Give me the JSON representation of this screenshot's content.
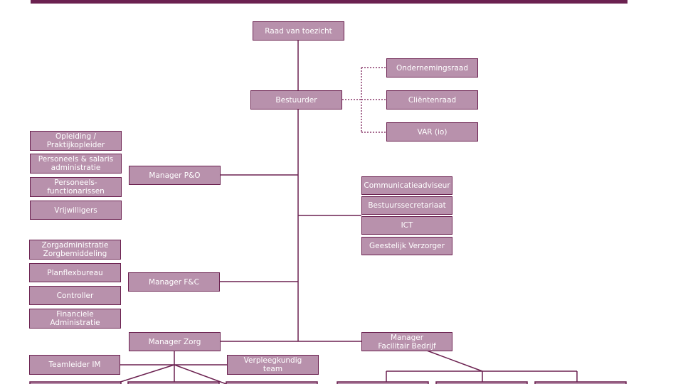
{
  "org_chart": {
    "raad": "Raad van toezicht",
    "bestuurder": "Bestuurder",
    "ondernemingsraad": "Ondernemingsraad",
    "clientenraad": "Cliëntenraad",
    "var": "VAR (io)",
    "opleiding": "Opleiding /\nPraktijkopleider",
    "personeels_salaris": "Personeels & salaris\nadministratie",
    "personeels_functionarissen": "Personeels-\nfunctionarissen",
    "vrijwilligers": "Vrijwilligers",
    "manager_po": "Manager P&O",
    "communicatieadviseur": "Communicatieadviseur",
    "bestuurssecretariaat": "Bestuurssecretariaat",
    "ict": "ICT",
    "geestelijk_verzorger": "Geestelijk Verzorger",
    "zorgadministratie": "Zorgadministratie\nZorgbemiddeling",
    "planflexbureau": "Planflexbureau",
    "controller": "Controller",
    "financiele_administratie": "Financiele\nAdministratie",
    "manager_fc": "Manager F&C",
    "manager_zorg": "Manager Zorg",
    "manager_facilitair": "Manager\nFacilitair Bedrijf",
    "teamleider_im": "Teamleider IM",
    "verpleegkundig_team": "Verpleegkundig\nteam"
  },
  "colors": {
    "box_fill": "#b891ac",
    "box_border": "#6b2150",
    "line": "#6b2150",
    "text": "#ffffff"
  }
}
